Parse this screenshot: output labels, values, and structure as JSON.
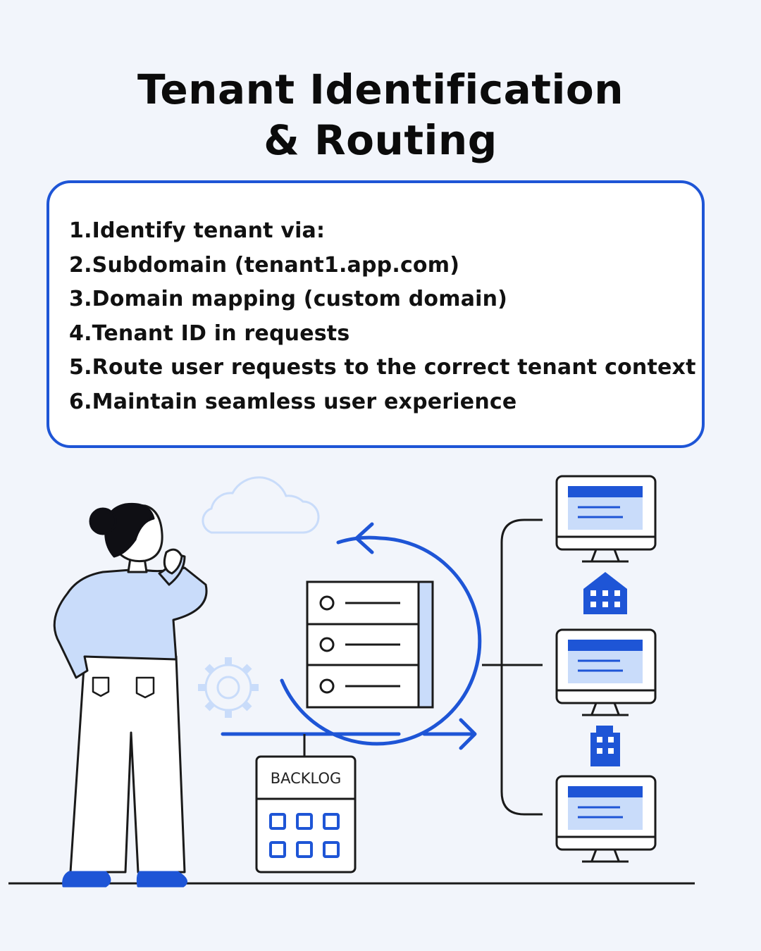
{
  "title": {
    "line1": "Tenant Identification",
    "line2": "& Routing"
  },
  "steps": [
    "1.Identify tenant via:",
    "2.Subdomain (tenant1.app.com)",
    "3.Domain mapping (custom domain)",
    "4.Tenant ID in requests",
    "5.Route user requests to the correct tenant context",
    "6.Maintain seamless user experience"
  ],
  "illustration": {
    "backlog_label": "BACKLOG",
    "icons": [
      "person-figure",
      "cloud-icon",
      "gear-icon",
      "server-icon",
      "cycle-arrow-icon",
      "backlog-board",
      "monitor-icon",
      "building-icon"
    ]
  },
  "colors": {
    "accent": "#1e55d6",
    "light_blue": "#c9dcfa",
    "outline": "#1a1a1a",
    "background": "#f2f5fb"
  }
}
